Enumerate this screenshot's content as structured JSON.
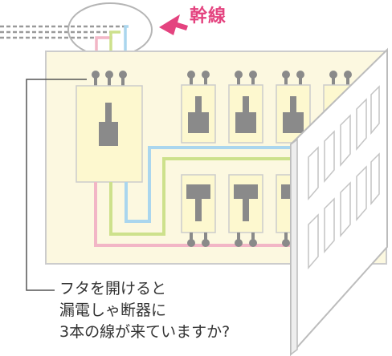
{
  "callout": {
    "label": "幹線"
  },
  "question": {
    "lines": [
      "フタを開けると",
      "漏電しゃ断器に",
      "3本の線が来ていますか?"
    ]
  },
  "colors": {
    "panel_fill": "#fcf8e0",
    "panel_stroke": "#cccccc",
    "breaker_fill": "#fdf8cf",
    "switch_gray": "#8a8a8a",
    "wire_pink": "#f2b6c6",
    "wire_green": "#cde18c",
    "wire_blue": "#aad6ee",
    "callout_pink": "#e4437f",
    "leader_line": "#555555"
  }
}
